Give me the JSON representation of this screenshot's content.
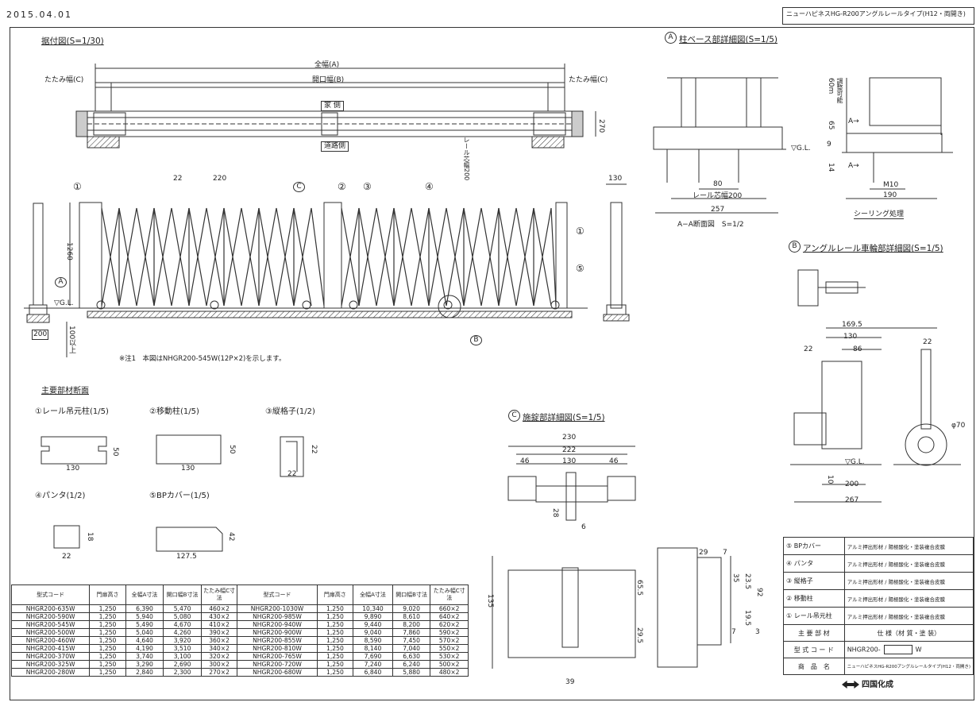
{
  "header": {
    "date": "2015.04.01",
    "title_box": "ニューハピネスHG-R200アングルレールタイプ(H12・両開き)"
  },
  "install_view": {
    "title": "据付図(S=1/30)",
    "full_width": "全幅(A)",
    "opening_width": "開口幅(B)",
    "fold_width_left": "たたみ幅(C)",
    "fold_width_right": "たたみ幅(C)",
    "inside_label": "家 側",
    "outside_label": "道路側",
    "rail_label": "レール芯幅200",
    "dim_270": "270",
    "dim_22": "22",
    "dim_220": "220",
    "dim_130": "130",
    "dim_1260": "1260",
    "dim_200": "200",
    "dim_100": "100以上",
    "gl": "▽G.L.",
    "markers": [
      "①",
      "②",
      "③",
      "④",
      "①",
      "⑤"
    ],
    "marker_c": "C",
    "marker_a": "A",
    "marker_b": "B",
    "note": "※注1　本図はNHGR200-545W(12P×2)を示します。"
  },
  "detail_a": {
    "title": "柱ベース部詳細図(S=1/5)",
    "marker": "A",
    "dim_80": "80",
    "dim_rail": "レール芯幅200",
    "dim_257": "257",
    "section_label": "A−A断面図　S=1/2",
    "dim_60": "60m",
    "adj": "調整可能",
    "dim_65": "65",
    "dim_9": "9",
    "dim_14": "14",
    "dim_m10": "M10",
    "dim_190": "190",
    "gl": "▽G.L.",
    "sealing": "シーリング処理",
    "a_arrow": "A→",
    "a_arrow2": "A→"
  },
  "detail_b": {
    "title": "アングルレール車輪部詳細図(S=1/5)",
    "marker": "B",
    "dim_169": "169.5",
    "dim_130": "130",
    "dim_86": "86",
    "dim_22": "22",
    "dim_22b": "22",
    "dim_70": "φ70",
    "gl": "▽G.L.",
    "dim_10": "10",
    "dim_200": "200",
    "dim_267": "267"
  },
  "sections": {
    "title": "主要部材断面",
    "s1": "①レール吊元柱(1/5)",
    "s2": "②移動柱(1/5)",
    "s3": "③縦格子(1/2)",
    "s4": "④パンタ(1/2)",
    "s5": "⑤BPカバー(1/5)",
    "d130a": "130",
    "d50a": "50",
    "d130b": "130",
    "d50b": "50",
    "d22a": "22",
    "d22b": "22",
    "d22c": "22",
    "d18": "18",
    "d127": "127.5",
    "d42": "42"
  },
  "detail_c": {
    "title": "施錠部詳細図(S=1/5)",
    "marker": "C",
    "dim_230": "230",
    "dim_222": "222",
    "dim_46a": "46",
    "dim_130": "130",
    "dim_46b": "46",
    "dim_28": "28",
    "dim_6": "6",
    "dim_135": "135",
    "dim_65": "65.5",
    "dim_29": "29.5",
    "dim_39": "39",
    "dim_29b": "29",
    "dim_7a": "7",
    "dim_35": "35",
    "dim_23": "23.5",
    "dim_92": "92",
    "dim_19": "19.5",
    "dim_7b": "7",
    "dim_3": "3"
  },
  "spec_table": {
    "headers": [
      "型式コード",
      "門扉高さ",
      "全幅A寸法",
      "開口幅B寸法",
      "たたみ幅C寸法",
      "型式コード",
      "門扉高さ",
      "全幅A寸法",
      "開口幅B寸法",
      "たたみ幅C寸法"
    ],
    "rows": [
      [
        "NHGR200-635W",
        "1,250",
        "6,390",
        "5,470",
        "460×2",
        "NHGR200-1030W",
        "1,250",
        "10,340",
        "9,020",
        "660×2"
      ],
      [
        "NHGR200-590W",
        "1,250",
        "5,940",
        "5,080",
        "430×2",
        "NHGR200-985W",
        "1,250",
        "9,890",
        "8,610",
        "640×2"
      ],
      [
        "NHGR200-545W",
        "1,250",
        "5,490",
        "4,670",
        "410×2",
        "NHGR200-940W",
        "1,250",
        "9,440",
        "8,200",
        "620×2"
      ],
      [
        "NHGR200-500W",
        "1,250",
        "5,040",
        "4,260",
        "390×2",
        "NHGR200-900W",
        "1,250",
        "9,040",
        "7,860",
        "590×2"
      ],
      [
        "NHGR200-460W",
        "1,250",
        "4,640",
        "3,920",
        "360×2",
        "NHGR200-855W",
        "1,250",
        "8,590",
        "7,450",
        "570×2"
      ],
      [
        "NHGR200-415W",
        "1,250",
        "4,190",
        "3,510",
        "340×2",
        "NHGR200-810W",
        "1,250",
        "8,140",
        "7,040",
        "550×2"
      ],
      [
        "NHGR200-370W",
        "1,250",
        "3,740",
        "3,100",
        "320×2",
        "NHGR200-765W",
        "1,250",
        "7,690",
        "6,630",
        "530×2"
      ],
      [
        "NHGR200-325W",
        "1,250",
        "3,290",
        "2,690",
        "300×2",
        "NHGR200-720W",
        "1,250",
        "7,240",
        "6,240",
        "500×2"
      ],
      [
        "NHGR200-280W",
        "1,250",
        "2,840",
        "2,300",
        "270×2",
        "NHGR200-680W",
        "1,250",
        "6,840",
        "5,880",
        "480×2"
      ]
    ]
  },
  "parts_table": {
    "rows": [
      {
        "name": "⑤ BPカバー",
        "spec": "アルミ押出形材 / 陽極酸化・塗装複合皮膜"
      },
      {
        "name": "④ パンタ",
        "spec": "アルミ押出形材 / 陽極酸化・塗装複合皮膜"
      },
      {
        "name": "③ 縦格子",
        "spec": "アルミ押出形材 / 陽極酸化・塗装複合皮膜"
      },
      {
        "name": "② 移動柱",
        "spec": "アルミ押出形材 / 陽極酸化・塗装複合皮膜"
      },
      {
        "name": "① レール吊元柱",
        "spec": "アルミ押出形材 / 陽極酸化・塗装複合皮膜"
      }
    ],
    "header_name": "主 要 部 材",
    "header_spec": "仕 様（材 質・塗 装）",
    "model_label": "型 式 コ ー ド",
    "model_value": "NHGR200-",
    "model_suffix": "W",
    "product_label": "商　品　名",
    "product_value": "ニューハピネスHG-R200アングルレールタイプ(H12・両開き)",
    "maker": "四国化成"
  }
}
